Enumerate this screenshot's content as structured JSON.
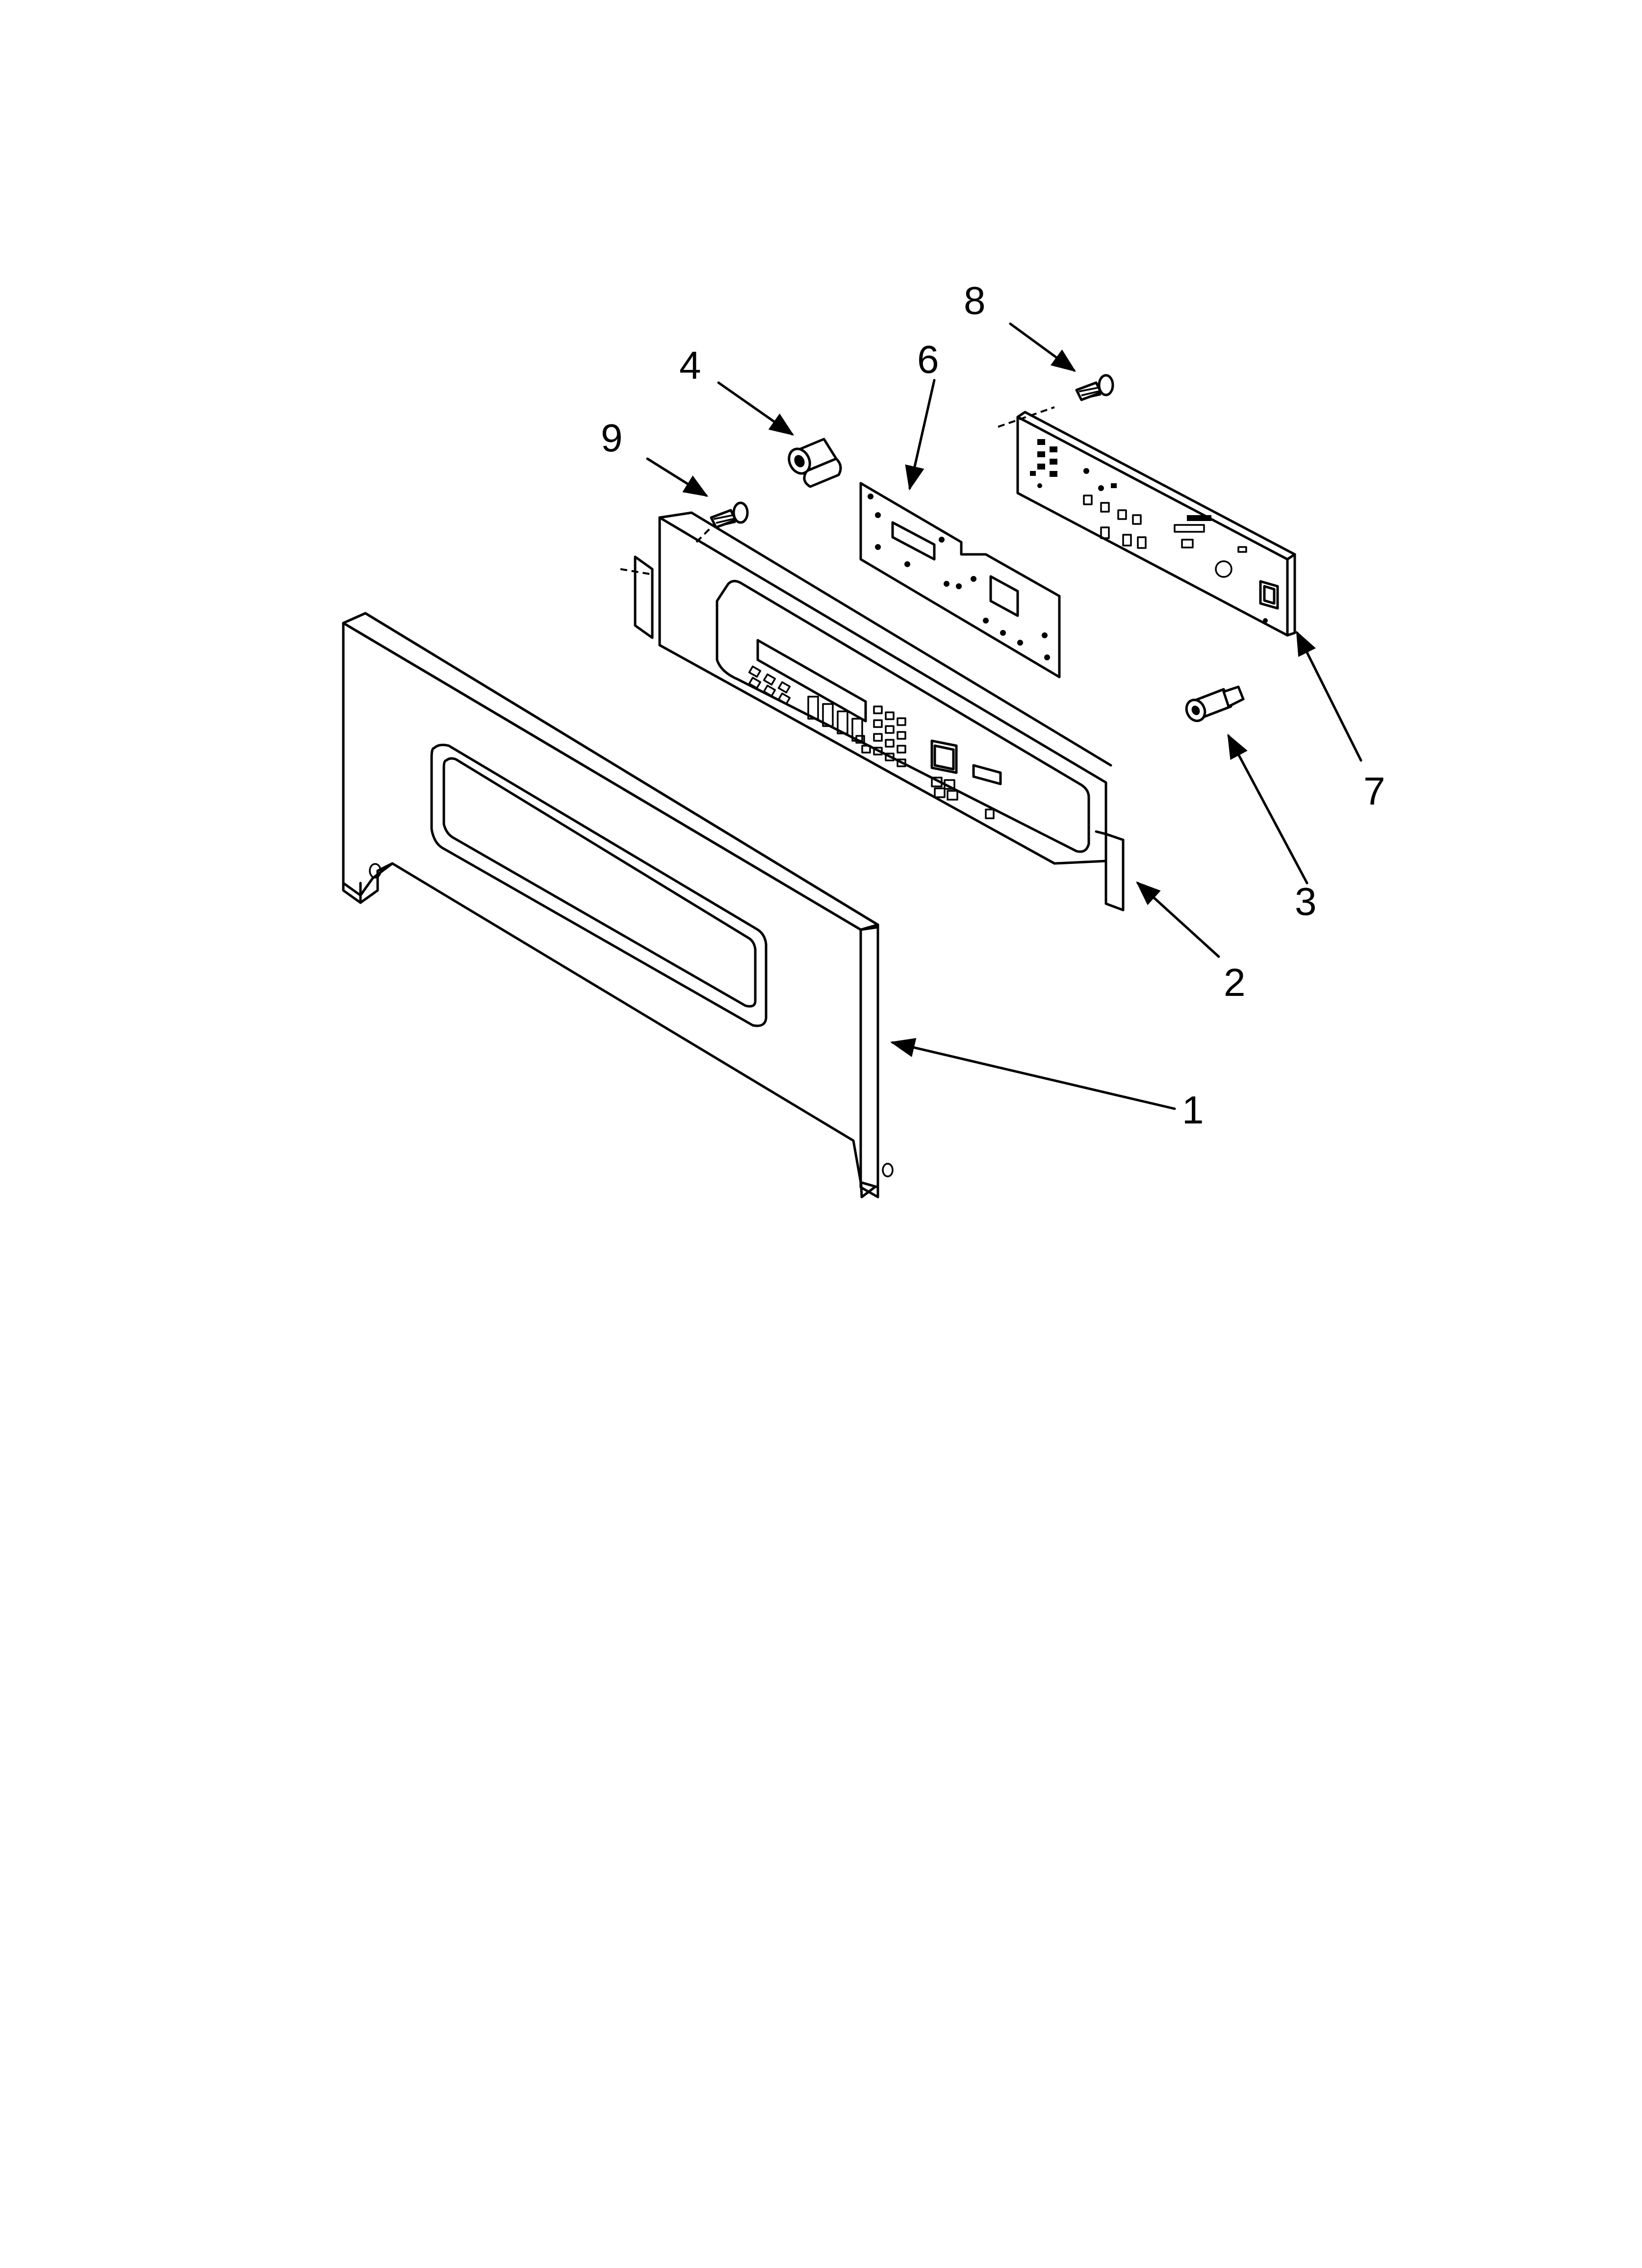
{
  "diagram": {
    "callouts": [
      {
        "id": "1",
        "label": "1"
      },
      {
        "id": "2",
        "label": "2"
      },
      {
        "id": "3",
        "label": "3"
      },
      {
        "id": "4",
        "label": "4"
      },
      {
        "id": "6",
        "label": "6"
      },
      {
        "id": "7",
        "label": "7"
      },
      {
        "id": "8",
        "label": "8"
      },
      {
        "id": "9",
        "label": "9"
      }
    ]
  }
}
